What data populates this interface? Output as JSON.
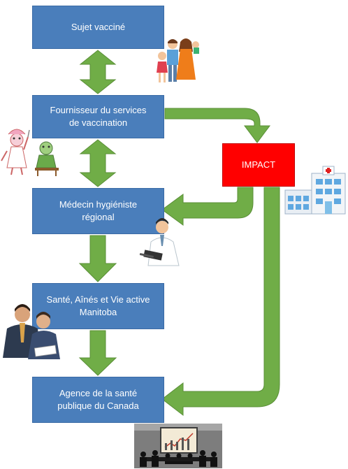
{
  "nodes": {
    "sujet": "Sujet vacciné",
    "fournisseur_l1": "Fournisseur du services",
    "fournisseur_l2": "de vaccination",
    "medecin_l1": "Médecin hygiéniste",
    "medecin_l2": "régional",
    "sante_l1": "Santé, Aînés et Vie active",
    "sante_l2": "Manitoba",
    "agence_l1": "Agence de la santé",
    "agence_l2": "publique du Canada",
    "impact": "IMPACT"
  },
  "colors": {
    "box_blue": "#4a7ebb",
    "impact_red": "#ff0000",
    "arrow_green": "#70ad47"
  },
  "icons": [
    "family-icon",
    "nurse-and-patient-icon",
    "hospital-icon",
    "doctor-icon",
    "business-people-icon",
    "meeting-room-icon"
  ]
}
